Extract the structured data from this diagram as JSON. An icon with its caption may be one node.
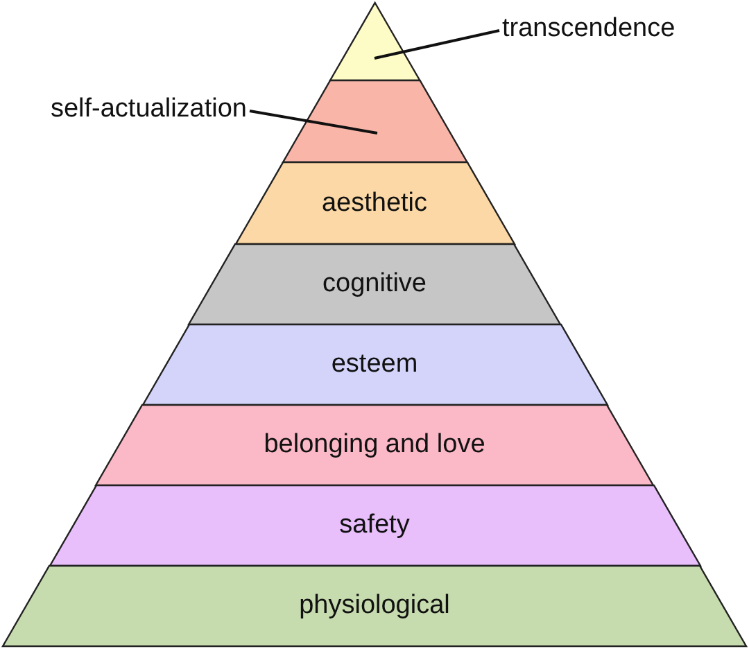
{
  "diagram": {
    "nodes": [
      {
        "text": [
          "transcendence"
        ]
      },
      {
        "text": [],
        "shape": "triangle"
      },
      {
        "text": [
          "self-actualization"
        ]
      },
      {
        "text": [],
        "shape": "trapezoid"
      },
      {
        "text": [
          "aesthetic"
        ]
      },
      {
        "text": [
          "cognitive"
        ]
      },
      {
        "text": [
          "esteem"
        ]
      },
      {
        "text": [
          "belonging and love"
        ]
      },
      {
        "text": [
          "safety"
        ]
      },
      {
        "text": [
          "physiological"
        ]
      }
    ],
    "edges": [
      {
        "from": 0,
        "to": 1,
        "arrow": "none"
      },
      {
        "from": 2,
        "to": 3,
        "arrow": "none"
      }
    ]
  }
}
